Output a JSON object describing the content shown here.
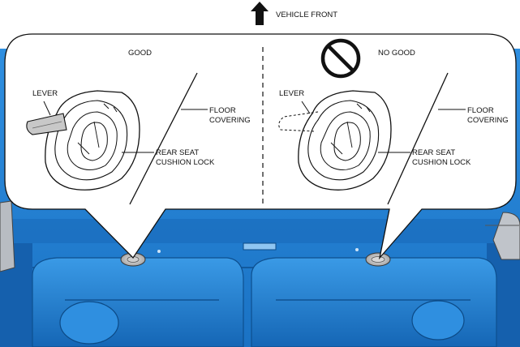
{
  "header": {
    "direction_label": "VEHICLE FRONT"
  },
  "callout_good": {
    "title": "GOOD",
    "lever_label": "LEVER",
    "floor_label": [
      "FLOOR",
      "COVERING"
    ],
    "lock_label": [
      "REAR SEAT",
      "CUSHION LOCK"
    ]
  },
  "callout_no_good": {
    "title": "NO GOOD",
    "lever_label": "LEVER",
    "floor_label": [
      "FLOOR",
      "COVERING"
    ],
    "lock_label": [
      "REAR SEAT",
      "CUSHION LOCK"
    ],
    "prohibition_icon": "no-symbol-icon"
  },
  "colors": {
    "vehicle_floor": "#1e7fd1",
    "vehicle_floor_dark": "#0f5fa8",
    "vehicle_highlight": "#5aa8e8",
    "callout_fill": "#ffffff",
    "outline": "#111111"
  }
}
